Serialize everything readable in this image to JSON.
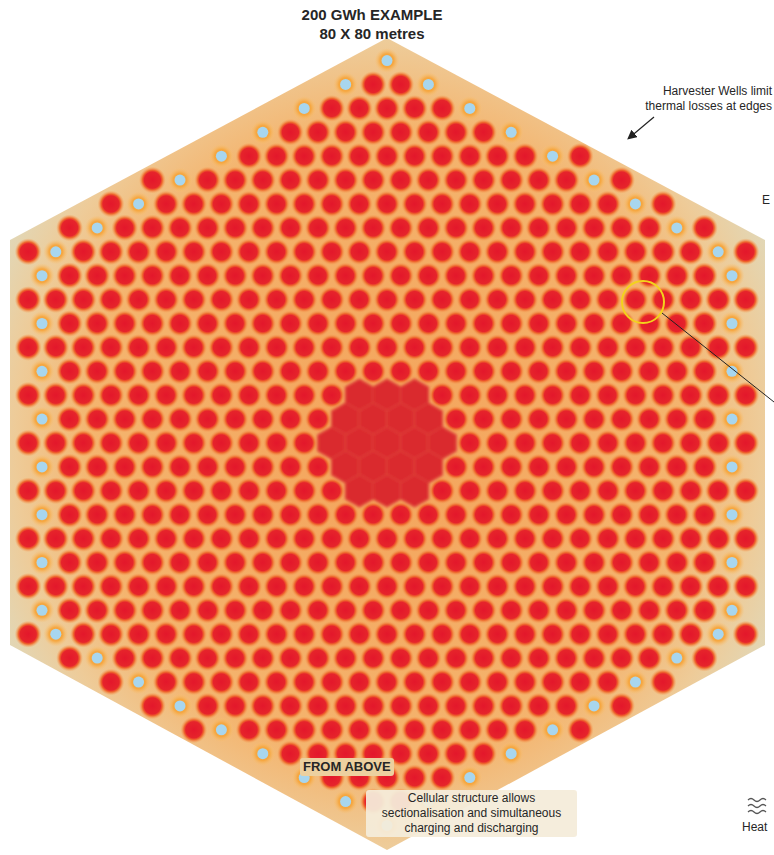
{
  "diagram": {
    "title": "200 GWh EXAMPLE",
    "labels": [
      "80 X 80 metres",
      "Harvester Wells limit thermal losses at edges",
      "E",
      "FROM ABOVE",
      "Cellular structure allows sectionalisation and simultaneous charging and discharging",
      "Heat"
    ]
  }
}
